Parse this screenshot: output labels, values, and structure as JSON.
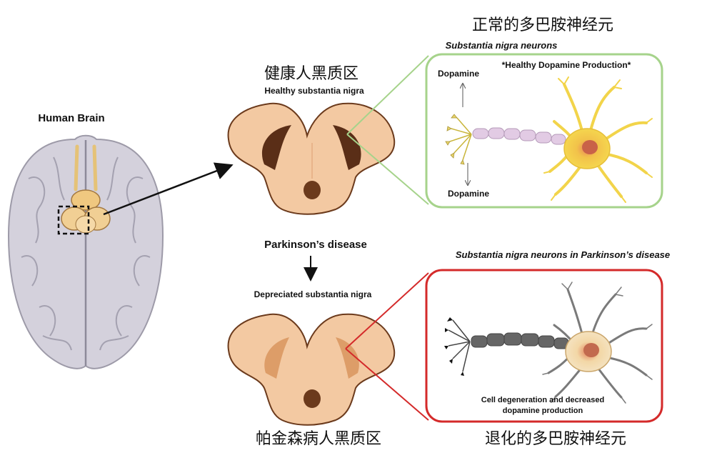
{
  "brain": {
    "label": "Human Brain"
  },
  "healthy": {
    "title_cn": "健康人黑质区",
    "title_en": "Healthy substantia nigra"
  },
  "parkinsons": {
    "label": "Parkinson’s disease",
    "title_en": "Depreciated substantia nigra",
    "title_cn": "帕金森病人黑质区"
  },
  "normal_neuron": {
    "title_cn": "正常的多巴胺神经元",
    "subtitle_en": "Substantia nigra neurons",
    "production_label": "*Healthy Dopamine Production*",
    "dopamine_top": "Dopamine",
    "dopamine_bottom": "Dopamine"
  },
  "degenerated_neuron": {
    "title_cn": "退化的多巴胺神经元",
    "subtitle_en": "Substantia nigra neurons in Parkinson’s disease",
    "caption_line1": "Cell degeneration and decreased",
    "caption_line2": "dopamine production"
  },
  "colors": {
    "healthy_border": "#a6d38b",
    "disease_border": "#d42a2a",
    "tissue": "#f3c9a2",
    "nigra_dark": "#5a2e17",
    "nigra_faded": "#d8955e",
    "healthy_neuron": "#f2d44a",
    "healthy_axon": "#e2cbe4",
    "disease_axon": "#666666"
  }
}
